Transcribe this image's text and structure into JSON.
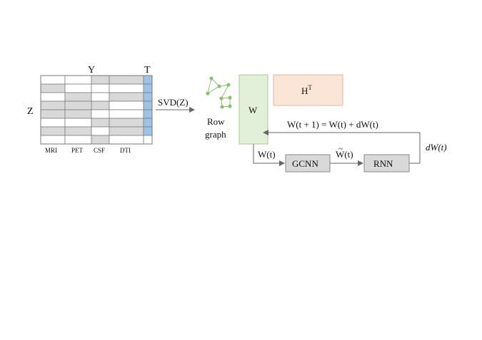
{
  "matrix": {
    "z_label": "Z",
    "y_label": "Y",
    "t_label": "T",
    "column_labels": [
      "MRI",
      "PET",
      "CSF",
      "DTI"
    ],
    "colors": {
      "missing": "#d9d9d9",
      "present": "#ffffff",
      "target": "#9dc3e6",
      "border": "#777777"
    },
    "rows": [
      [
        "P",
        "P",
        "M",
        "M",
        "T"
      ],
      [
        "M",
        "P",
        "P",
        "P",
        "T"
      ],
      [
        "P",
        "M",
        "P",
        "M",
        "T"
      ],
      [
        "M",
        "M",
        "M",
        "P",
        "T"
      ],
      [
        "M",
        "M",
        "P",
        "P",
        "T"
      ],
      [
        "P",
        "P",
        "M",
        "M",
        "T"
      ],
      [
        "M",
        "M",
        "P",
        "M",
        "T"
      ],
      [
        "P",
        "P",
        "M",
        "P",
        "P"
      ]
    ]
  },
  "svd_label": "SVD(Z)",
  "row_graph_label": [
    "Row",
    "graph"
  ],
  "w_label": "W",
  "w_color": "#e2f0d9",
  "ht_label": "H",
  "ht_superscript": "T",
  "ht_color": "#fbe5d6",
  "update_equation": "W(t + 1) = W(t) + dW(t)",
  "wt_label": "W(t)",
  "gcnn_label": "GCNN",
  "wtilde_label": "W(t)",
  "rnn_label": "RNN",
  "dw_label": "dW(t)",
  "box_gray": "#d9d9d9",
  "graph_node_color": "#8fbf75"
}
